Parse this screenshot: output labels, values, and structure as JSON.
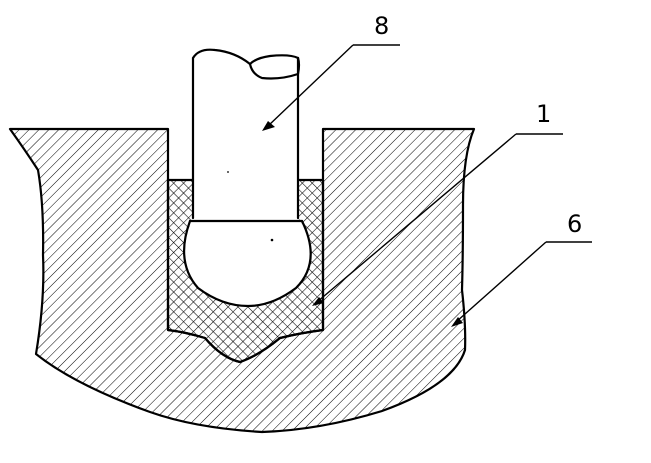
{
  "callouts": [
    {
      "id": "rod",
      "label": "8"
    },
    {
      "id": "coating",
      "label": "1"
    },
    {
      "id": "base",
      "label": "6"
    }
  ],
  "colors": {
    "line": "#000000",
    "background": "#ffffff"
  }
}
